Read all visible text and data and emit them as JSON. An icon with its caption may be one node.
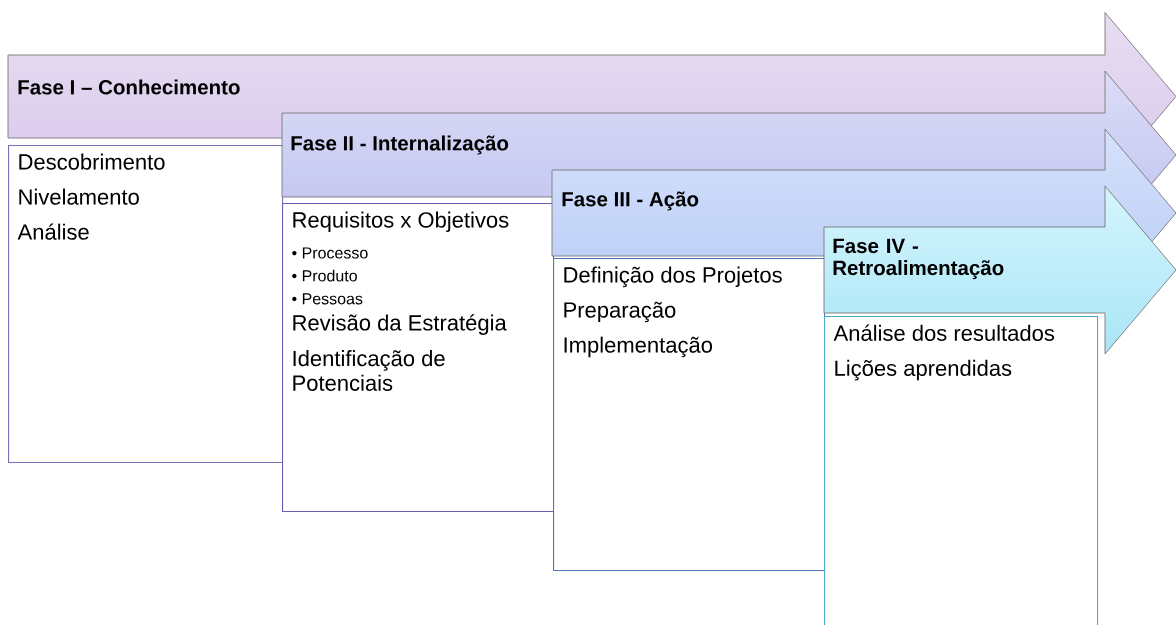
{
  "diagram": {
    "nodes": [
      {
        "text": [
          "Fase I – Conhecimento"
        ]
      },
      {
        "text": [
          "Descobrimento",
          "Nivelamento",
          "Análise"
        ]
      },
      {
        "text": [
          "Fase II - Internalização"
        ]
      },
      {
        "text": [
          "Requisitos x Objetivos",
          "• Processo",
          "• Produto",
          "• Pessoas",
          "Revisão da Estratégia",
          "Identificação de Potenciais"
        ]
      },
      {
        "text": [
          "Fase III - Ação"
        ]
      },
      {
        "text": [
          "Definição dos Projetos",
          "Preparação",
          "Implementação"
        ]
      },
      {
        "text": [
          "Fase IV - Retroalimentação"
        ]
      },
      {
        "text": [
          "Análise dos resultados",
          "Lições aprendidas"
        ]
      }
    ]
  }
}
